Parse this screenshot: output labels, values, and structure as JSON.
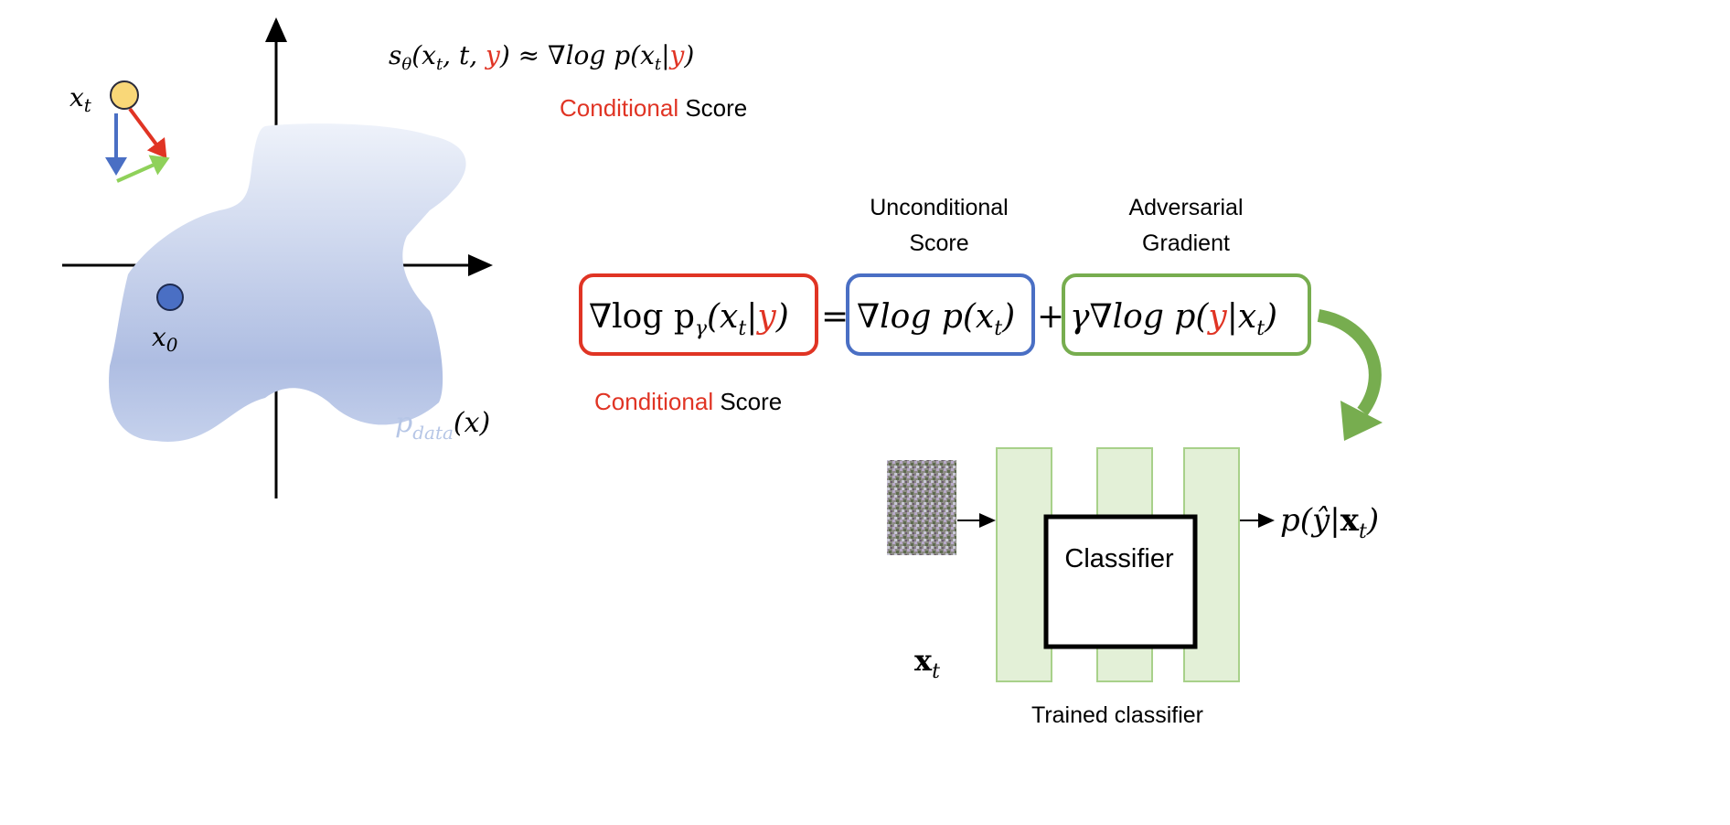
{
  "colors": {
    "red": "#e03424",
    "blue": "#4a6fc4",
    "green": "#77ad4f",
    "light_green": "#e3f0d7",
    "yellow": "#f9d778",
    "blob": "#aebde2"
  },
  "left": {
    "xt_label": "x",
    "xt_sub": "t",
    "x0_label": "x",
    "x0_sub": "0",
    "pdata_p": "p",
    "pdata_sub": "data",
    "pdata_arg": "(x)"
  },
  "top_formula": {
    "s": "s",
    "theta": "θ",
    "args_a": "(x",
    "sub_t": "t",
    "args_b": ", t, ",
    "y": "y",
    "args_c": ") ≈ ∇log p(x",
    "sub_t2": "t",
    "bar": "|",
    "y2": "y",
    "close": ")"
  },
  "conditional_top": {
    "red": "Conditional",
    "black": " Score"
  },
  "labels": {
    "uncond_1": "Unconditional",
    "uncond_2": "Score",
    "adv_1": "Adversarial",
    "adv_2": "Gradient",
    "cond_red": "Conditional",
    "cond_black": " Score"
  },
  "equation": {
    "lhs_a": "∇log p",
    "lhs_sub": "γ",
    "lhs_b": "(x",
    "lhs_t": "t",
    "lhs_bar": "|",
    "lhs_y": "y",
    "lhs_c": ")",
    "eq": "=",
    "mid_a": "∇log p(x",
    "mid_t": "t",
    "mid_c": ")",
    "plus": "+",
    "rhs_a": "γ∇log p(",
    "rhs_y": "y",
    "rhs_b": "|x",
    "rhs_t": "t",
    "rhs_c": ")"
  },
  "classifier": {
    "input_label": "x",
    "input_sub": "t",
    "box_label": "Classifier",
    "caption": "Trained classifier",
    "output_a": "p(ŷ|",
    "output_x": "x",
    "output_t": "t",
    "output_c": ")"
  }
}
